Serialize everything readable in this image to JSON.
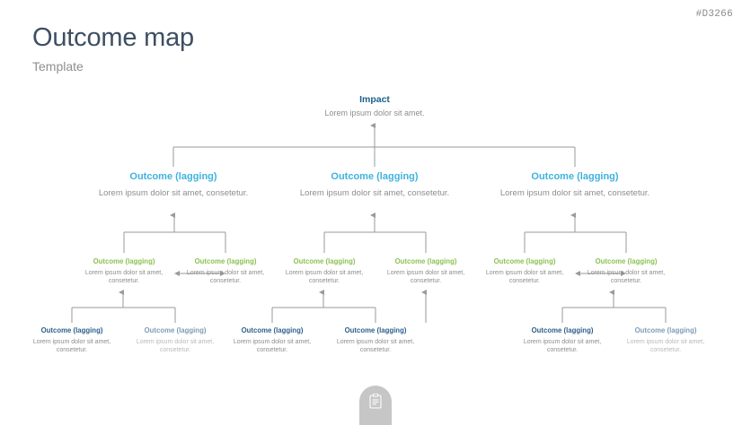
{
  "header": {
    "title": "Outcome map",
    "subtitle": "Template",
    "doc_code": "#D3266"
  },
  "colors": {
    "title": "#3d4f63",
    "subtitle": "#8f8f8f",
    "impact": "#1d5f8a",
    "outcome_lagging_l2": "#3fb3de",
    "outcome_lagging_l3": "#8dc152",
    "outcome_lagging_l4": "#2e5f8a",
    "body_text": "#8d8d8d",
    "connector": "#9a9a9a",
    "badge": "#c6c6c6"
  },
  "tree": {
    "impact": {
      "title": "Impact",
      "desc": "Lorem ipsum dolor sit amet."
    },
    "level2": [
      {
        "title": "Outcome (lagging)",
        "desc": "Lorem ipsum dolor sit amet, consetetur."
      },
      {
        "title": "Outcome (lagging)",
        "desc": "Lorem ipsum dolor sit amet, consetetur."
      },
      {
        "title": "Outcome (lagging)",
        "desc": "Lorem ipsum dolor sit amet, consetetur."
      }
    ],
    "level3": [
      {
        "title": "Outcome (lagging)",
        "desc": "Lorem ipsum dolor sit amet, consetetur."
      },
      {
        "title": "Outcome (lagging)",
        "desc": "Lorem ipsum dolor sit amet, consetetur."
      },
      {
        "title": "Outcome (lagging)",
        "desc": "Lorem ipsum dolor sit amet, consetetur."
      },
      {
        "title": "Outcome (lagging)",
        "desc": "Lorem ipsum dolor sit amet, consetetur."
      },
      {
        "title": "Outcome (lagging)",
        "desc": "Lorem ipsum dolor sit amet, consetetur."
      },
      {
        "title": "Outcome (lagging)",
        "desc": "Lorem ipsum dolor sit amet, consetetur."
      }
    ],
    "level4": [
      {
        "title": "Outcome (lagging)",
        "desc": "Lorem ipsum dolor sit amet, consetetur."
      },
      {
        "title": "Outcome (lagging)",
        "desc": "Lorem ipsum dolor sit amet, consetetur."
      },
      {
        "title": "Outcome (lagging)",
        "desc": "Lorem ipsum dolor sit amet, consetetur."
      },
      {
        "title": "Outcome (lagging)",
        "desc": "Lorem ipsum dolor sit amet, consetetur."
      },
      {
        "title": "Outcome (lagging)",
        "desc": "Lorem ipsum dolor sit amet, consetetur."
      },
      {
        "title": "Outcome (lagging)",
        "desc": "Lorem ipsum dolor sit amet, consetetur."
      }
    ]
  },
  "badge": {
    "icon": "clipboard-icon"
  }
}
